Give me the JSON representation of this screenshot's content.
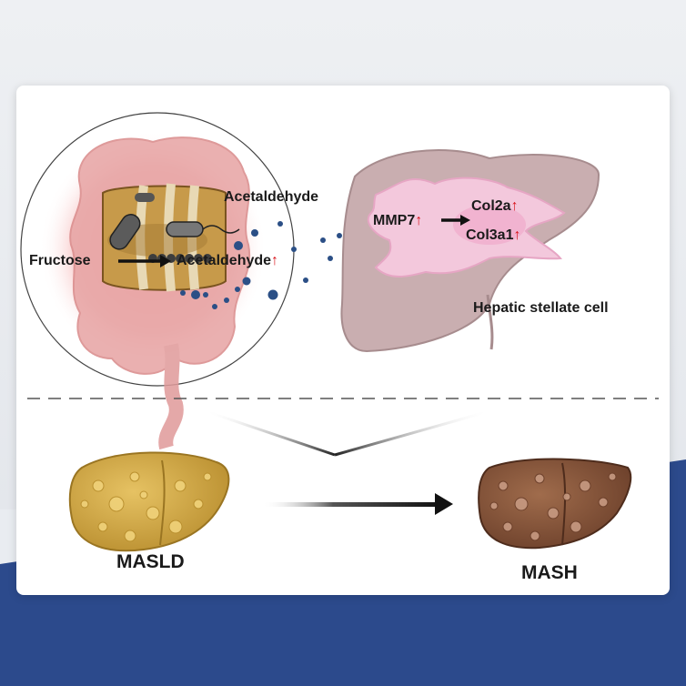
{
  "labels": {
    "fructose": "Fructose",
    "acetaldehyde_gut": "Acetaldehyde",
    "acetaldehyde_top": "Acetaldehyde",
    "mmp7": "MMP7",
    "col2a": "Col2a",
    "col3a1": "Col3a1",
    "hepatic_stellate_cell": "Hepatic stellate cell",
    "masld": "MASLD",
    "mash": "MASH"
  },
  "up_arrow_glyph": "↑",
  "colors": {
    "navy_band": "#2c4a8c",
    "up_arrow": "#d8141b",
    "particle": "#2b4f86",
    "liver_upper": "#c9aeb0",
    "stellate_cell": "#f3c8dc",
    "masld_liver": "#d8b04c",
    "mash_liver": "#8d5a3e",
    "gut_glow": "#f29a9a",
    "barrel": "#c79a4a"
  }
}
